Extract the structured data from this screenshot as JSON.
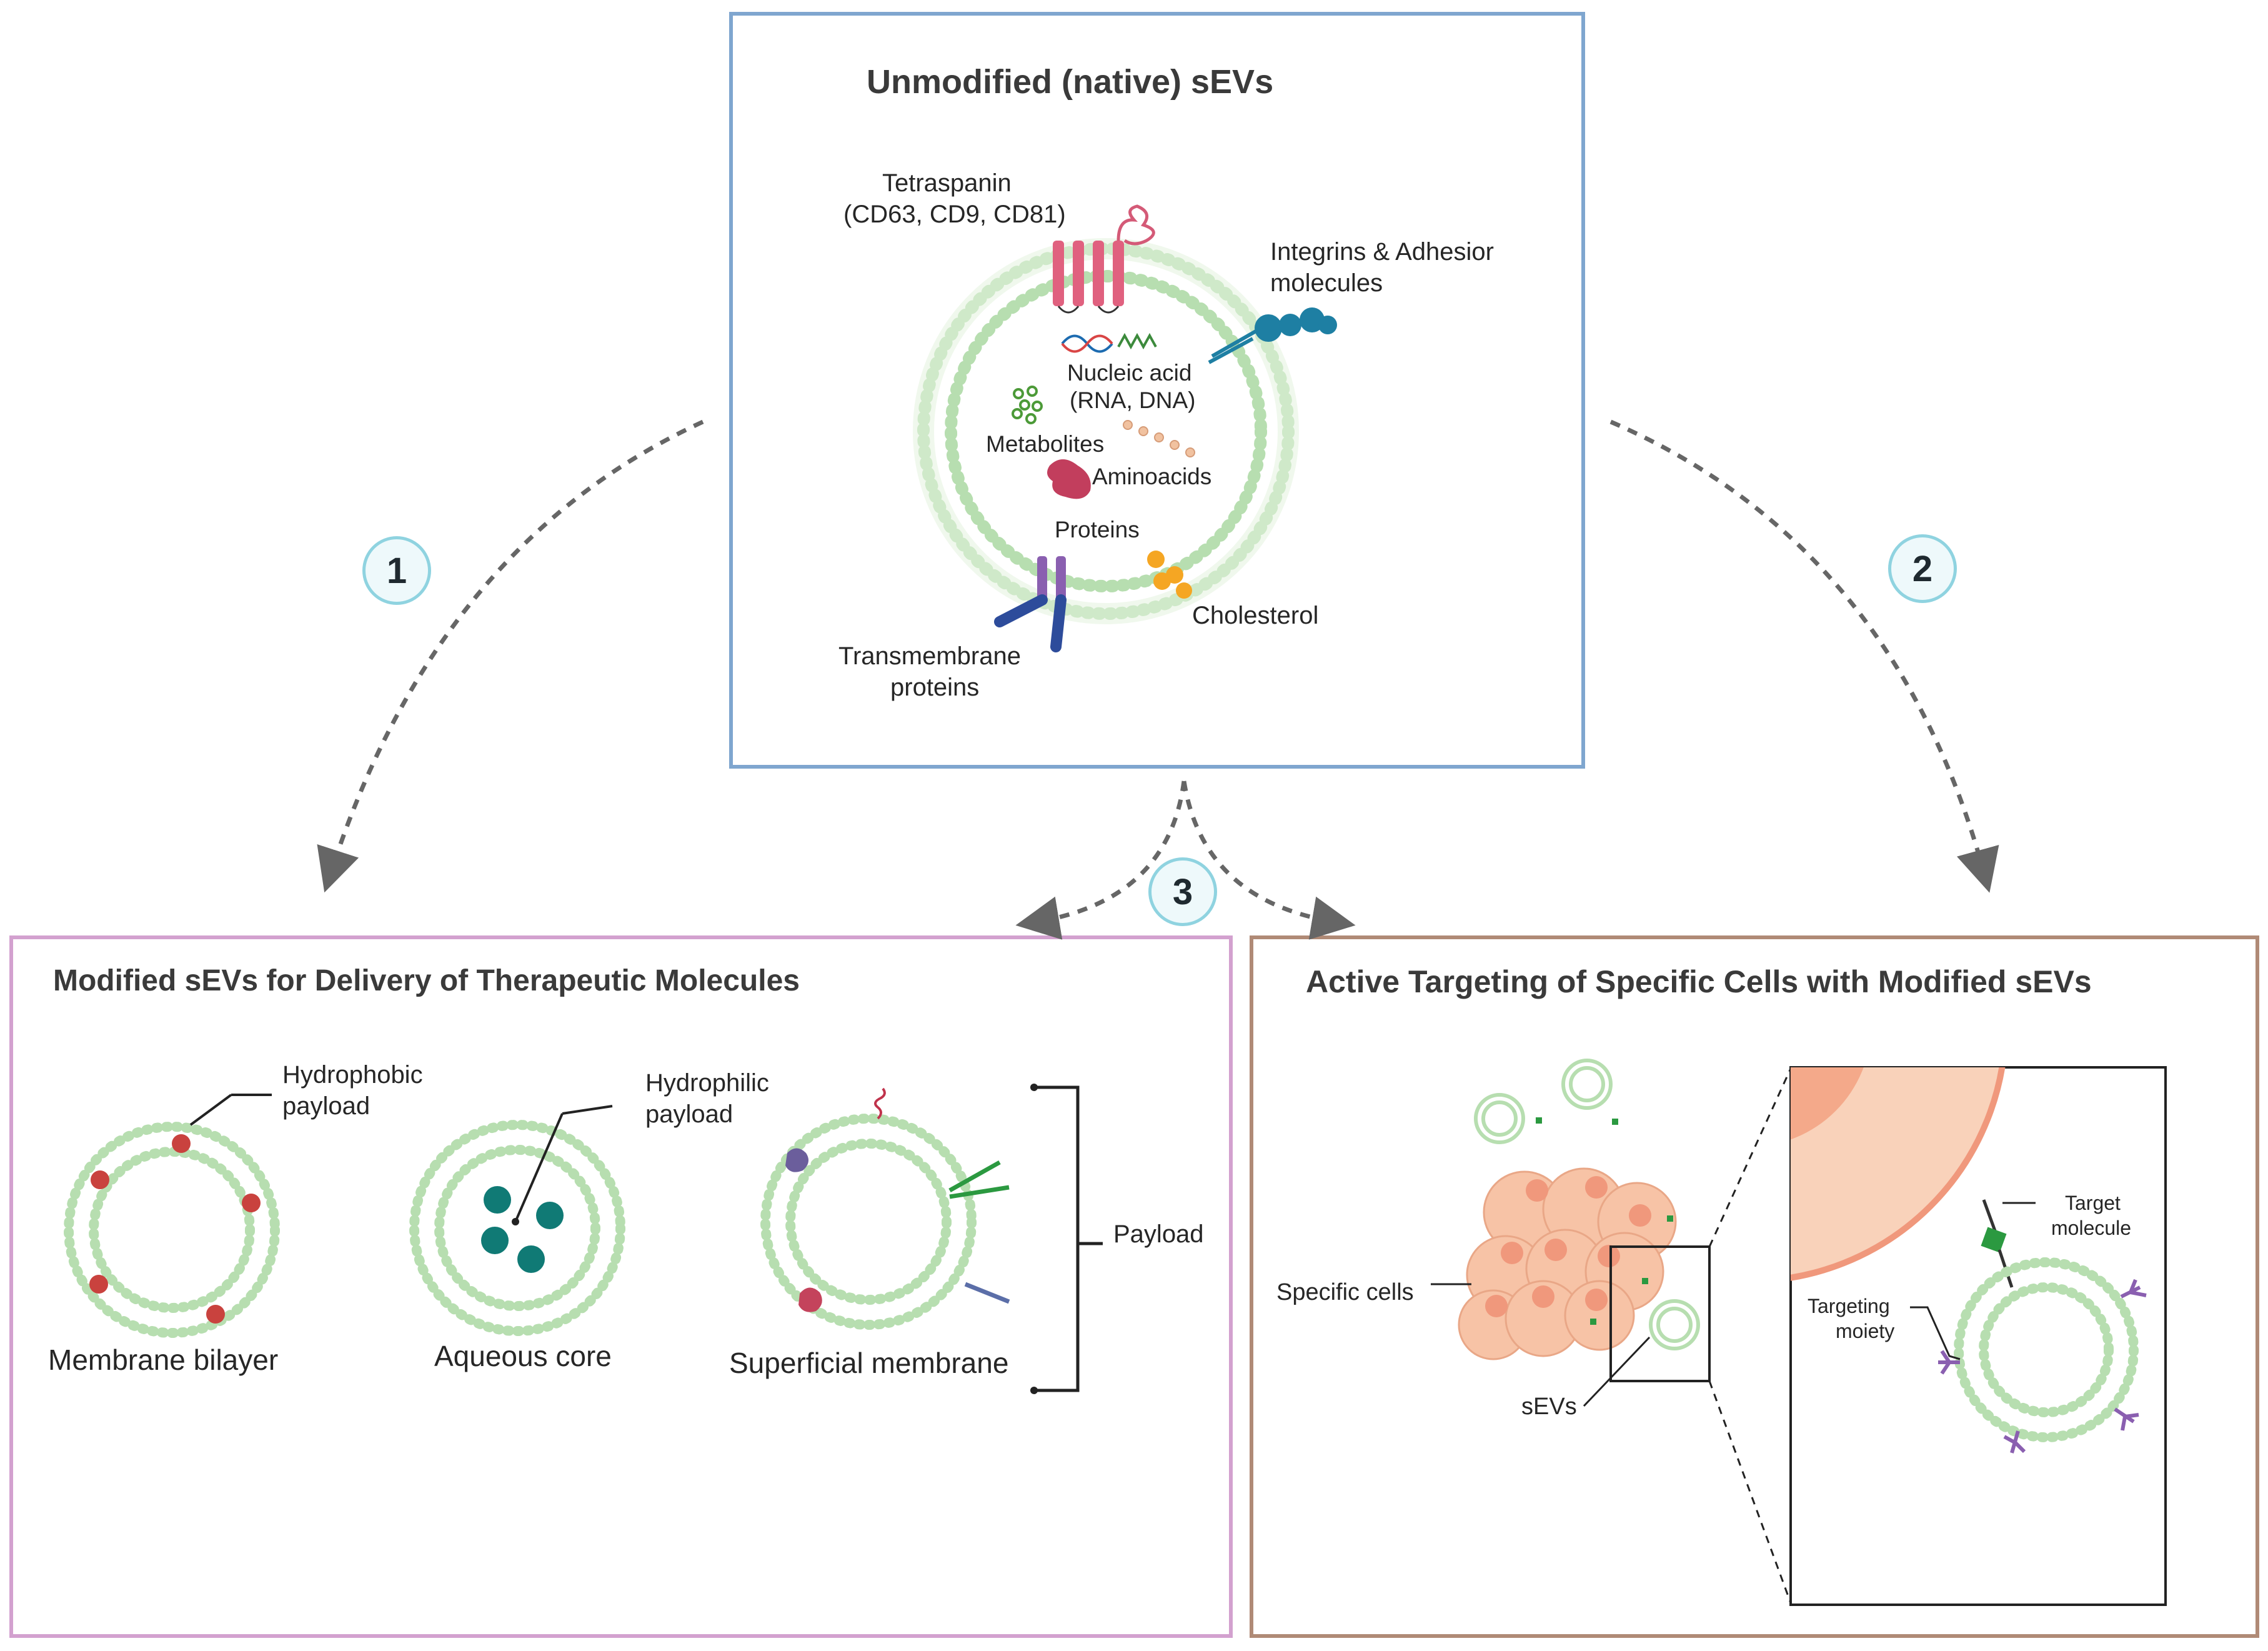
{
  "top_panel": {
    "title": "Unmodified (native) sEVs",
    "labels": {
      "tetraspanin_1": "Tetraspanin",
      "tetraspanin_2": "(CD63, CD9, CD81)",
      "integrins_1": "Integrins & Adhesior",
      "integrins_2": "molecules",
      "nucleic_1": "Nucleic acid",
      "nucleic_2": "(RNA, DNA)",
      "metabolites": "Metabolites",
      "aminoacids": "Aminoacids",
      "proteins": "Proteins",
      "cholesterol": "Cholesterol",
      "transmembrane_1": "Transmembrane",
      "transmembrane_2": "proteins"
    }
  },
  "steps": [
    "1",
    "2",
    "3"
  ],
  "left_panel": {
    "title": "Modified sEVs for Delivery of Therapeutic Molecules",
    "hydrophobic_1": "Hydrophobic",
    "hydrophobic_2": "payload",
    "hydrophilic_1": "Hydrophilic",
    "hydrophilic_2": "payload",
    "membrane_bilayer": "Membrane bilayer",
    "aqueous_core": "Aqueous core",
    "superficial_membrane": "Superficial membrane",
    "payload": "Payload"
  },
  "right_panel": {
    "title": "Active Targeting of Specific Cells with Modified sEVs",
    "specific_cells": "Specific cells",
    "sevs": "sEVs",
    "target_1": "Target",
    "target_2": "molecule",
    "targeting_1": "Targeting",
    "targeting_2": "moiety"
  },
  "colors": {
    "top_border": "#7fa6cf",
    "left_border": "#d3a1cf",
    "right_border": "#b08a76",
    "membrane": "#b7deb0",
    "step_ring": "#8fd3e0",
    "cell": "#f7c3a6",
    "nucleus": "#f0987c"
  }
}
